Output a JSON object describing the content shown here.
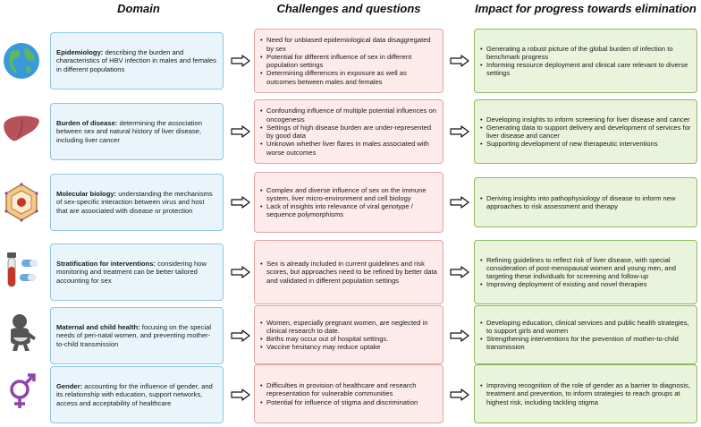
{
  "headers": {
    "domain": "Domain",
    "challenges": "Challenges and questions",
    "impact": "Impact for progress towards elimination"
  },
  "rows": [
    {
      "icon": "globe-icon",
      "domain_bold": "Epidemiology:",
      "domain_text": " describing the burden and characteristics of HBV infection in males and females in different populations",
      "challenges": [
        "Need for unbiased epidemiological  data disaggregated by sex",
        "Potential for different influence of  sex in different population settings",
        "Determining differences in exposure as well as outcomes between males and females"
      ],
      "impact": [
        "Generating a robust picture of the global burden of infection to benchmark progress",
        "Informing resource deployment  and clinical care relevant to diverse settings"
      ]
    },
    {
      "icon": "liver-icon",
      "domain_bold": "Burden of disease:",
      "domain_text": " determining the association between sex and natural history of liver disease, including liver cancer",
      "challenges": [
        "Confounding influence of multiple potential influences on oncogenesis",
        "Settings of high disease burden are under-represented by good data",
        "Unknown whether liver flares in males associated with worse outcomes"
      ],
      "impact": [
        "Developing insights to inform screening for liver disease and cancer",
        "Generating data to support delivery and development of services for liver disease and cancer",
        "Supporting development of new  therapeutic interventions"
      ]
    },
    {
      "icon": "virus-icon",
      "domain_bold": "Molecular biology:",
      "domain_text": " understanding the mechanisms of sex-specific interaction between virus and host that are associated with disease or protection",
      "challenges": [
        "Complex and diverse influence of sex on the immune system, liver micro-environment and cell biology",
        " Lack of insights into relevance of viral genotype / sequence polymorphisms"
      ],
      "impact": [
        "Deriving insights into pathophysiology of disease to inform new approaches to risk assessment and therapy"
      ]
    },
    {
      "icon": "blood-tube-pills-icon",
      "domain_bold": "Stratification for interventions:",
      "domain_text": " considering how monitoring and treatment can be better tailored accounting for sex",
      "challenges": [
        "Sex is already included in current guidelines and risk scores, but approaches need to be refined by better data and validated in different population settings"
      ],
      "impact": [
        "Refining guidelines to reflect risk of liver disease, with special consideration of post-menopausal women and young men, and targeting these individuals for screening and follow-up",
        "Improving deployment of existing and novel therapies"
      ]
    },
    {
      "icon": "baby-icon",
      "domain_bold": "Maternal and child health:",
      "domain_text": " focusing on the special needs of peri-natal women, and preventing mother-to-child transmission",
      "challenges": [
        "Women,  especially pregnant women, are neglected in clinical research to date.",
        "Births may occur out of hospital settings.",
        "Vaccine hesitancy may reduce uptake"
      ],
      "impact": [
        "Developing education, clinical services and public health strategies, to support girls and women",
        "Strengthening interventions for the prevention of mother-to-child transmission"
      ]
    },
    {
      "icon": "gender-symbol-icon",
      "domain_bold": "Gender:",
      "domain_text": " accounting for the influence of gender, and its relationship with education, support networks, access and acceptability of healthcare",
      "challenges": [
        "Difficulties in provision of healthcare and research representation for vulnerable communities",
        "Potential for influence of stigma and discrimination"
      ],
      "impact": [
        "Improving recognition of the role of gender as a barrier to diagnosis, treatment and prevention, to inform strategies to reach groups at highest risk, including tackling stigma"
      ]
    }
  ]
}
